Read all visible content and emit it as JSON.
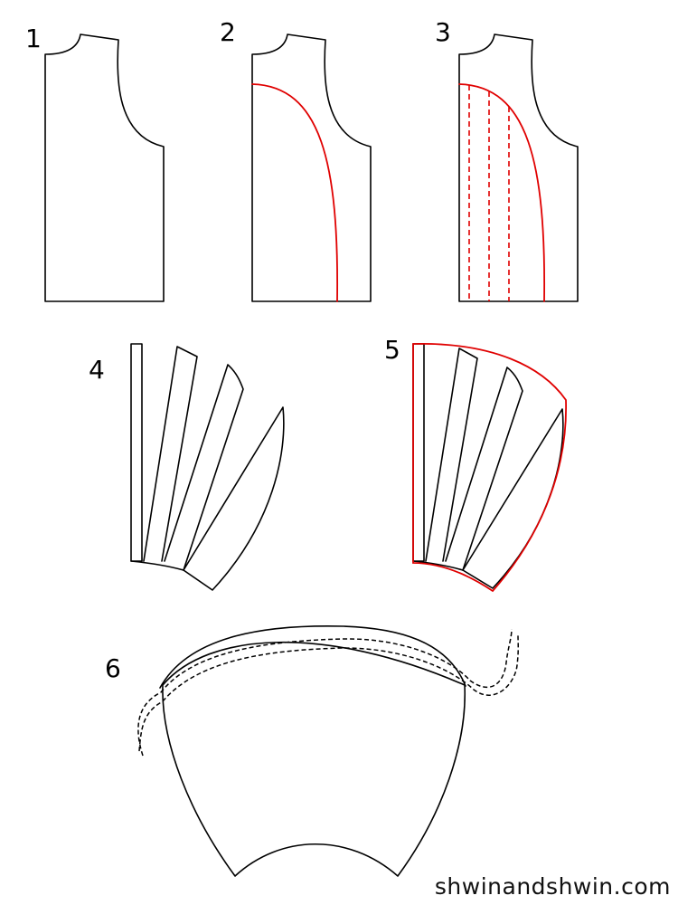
{
  "steps": [
    {
      "label": "1"
    },
    {
      "label": "2"
    },
    {
      "label": "3"
    },
    {
      "label": "4"
    },
    {
      "label": "5"
    },
    {
      "label": "6"
    }
  ],
  "watermark": "shwinandshwin.com",
  "colors": {
    "outline": "#000000",
    "highlight": "#e00000",
    "background": "#ffffff"
  }
}
